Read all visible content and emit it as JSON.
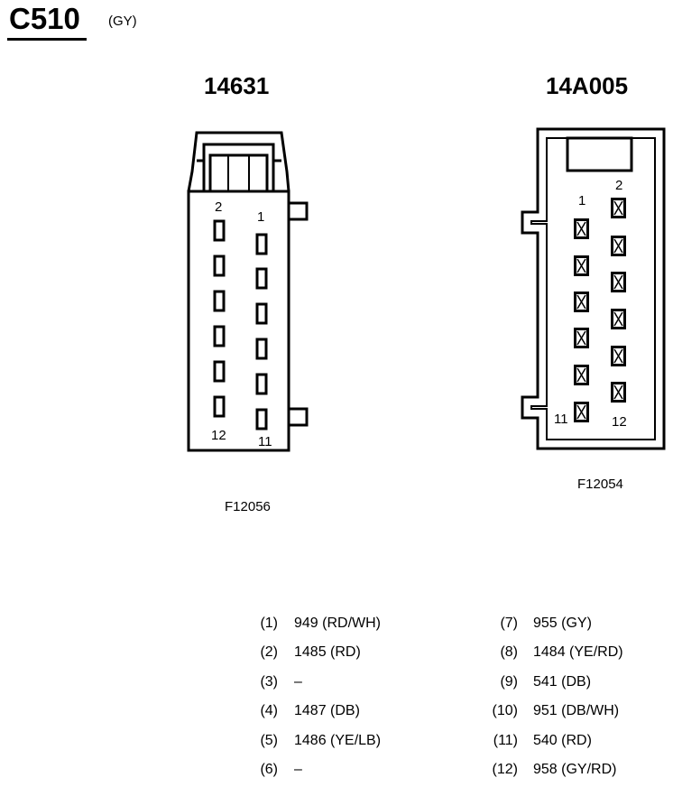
{
  "header": {
    "connector_id": "C510",
    "color_code": "(GY)"
  },
  "left_connector": {
    "part_number": "14631",
    "figure_id": "F12056",
    "pin_labels": {
      "top_left": "2",
      "top_right": "1",
      "bottom_left": "12",
      "bottom_right": "11"
    }
  },
  "right_connector": {
    "part_number": "14A005",
    "figure_id": "F12054",
    "pin_labels": {
      "top_left": "1",
      "top_right": "2",
      "bottom_left": "11",
      "bottom_right": "12"
    }
  },
  "pinout": {
    "left_column": [
      {
        "pin": "(1)",
        "wire": "949 (RD/WH)"
      },
      {
        "pin": "(2)",
        "wire": "1485 (RD)"
      },
      {
        "pin": "(3)",
        "wire": "–"
      },
      {
        "pin": "(4)",
        "wire": "1487 (DB)"
      },
      {
        "pin": "(5)",
        "wire": "1486 (YE/LB)"
      },
      {
        "pin": "(6)",
        "wire": "–"
      }
    ],
    "right_column": [
      {
        "pin": "(7)",
        "wire": "955 (GY)"
      },
      {
        "pin": "(8)",
        "wire": "1484 (YE/RD)"
      },
      {
        "pin": "(9)",
        "wire": "541 (DB)"
      },
      {
        "pin": "(10)",
        "wire": "951 (DB/WH)"
      },
      {
        "pin": "(11)",
        "wire": "540 (RD)"
      },
      {
        "pin": "(12)",
        "wire": "958 (GY/RD)"
      }
    ]
  }
}
